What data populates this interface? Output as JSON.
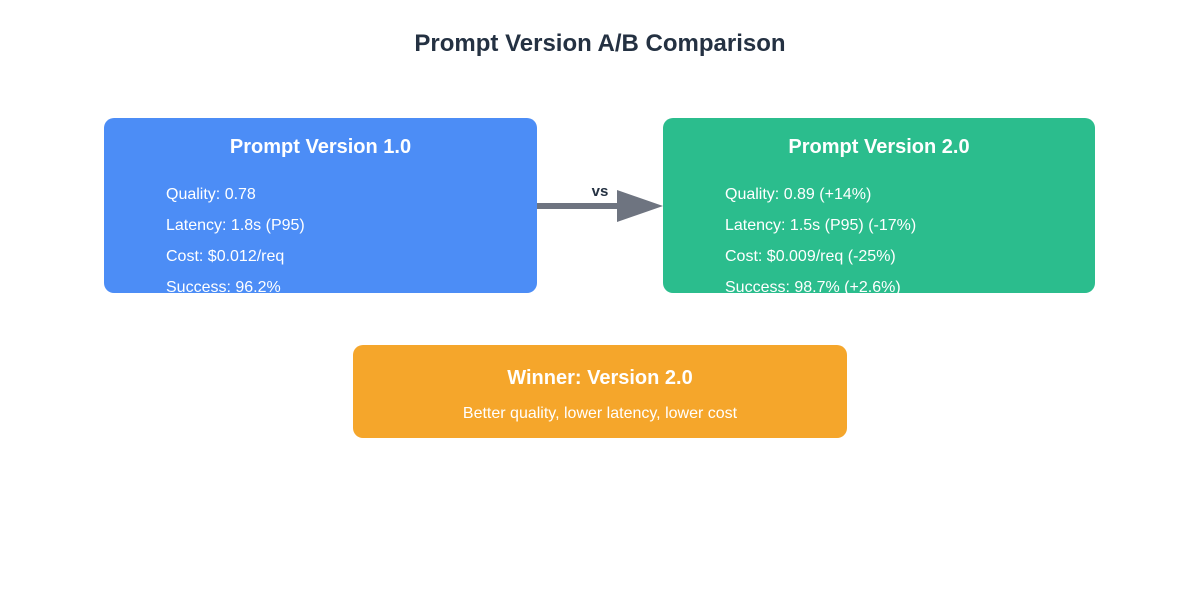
{
  "title": "Prompt Version A/B Comparison",
  "vs_label": "vs",
  "version1": {
    "title": "Prompt Version 1.0",
    "metrics": [
      "Quality: 0.78",
      "Latency: 1.8s (P95)",
      "Cost: $0.012/req",
      "Success: 96.2%"
    ]
  },
  "version2": {
    "title": "Prompt Version 2.0",
    "metrics": [
      "Quality: 0.89 (+14%)",
      "Latency: 1.5s (P95) (-17%)",
      "Cost: $0.009/req (-25%)",
      "Success: 98.7% (+2.6%)"
    ]
  },
  "winner": {
    "title": "Winner: Version 2.0",
    "subtitle": "Better quality, lower latency, lower cost"
  },
  "colors": {
    "background": "#ffffff",
    "heading_text": "#243142",
    "version1_fill": "#4c8df6",
    "version2_fill": "#2bbd8d",
    "winner_fill": "#f5a62b",
    "arrow": "#6e7480",
    "card_text": "#ffffff"
  }
}
